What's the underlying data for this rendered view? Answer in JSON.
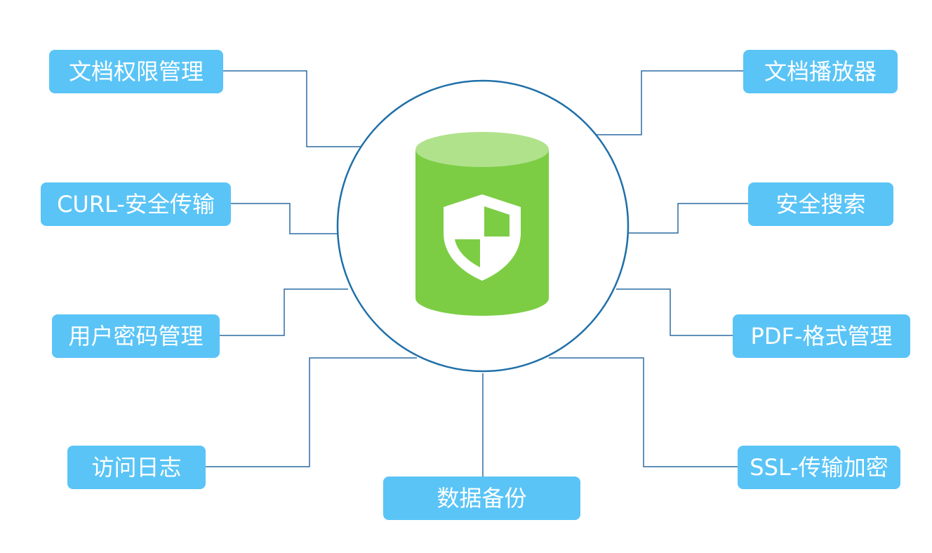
{
  "diagram": {
    "left_labels": [
      "文档权限管理",
      "CURL-安全传输",
      "用户密码管理",
      "访问日志"
    ],
    "bottom_label": "数据备份",
    "right_labels": [
      "文档播放器",
      "安全搜索",
      "PDF-格式管理",
      "SSL-传输加密"
    ],
    "center_icon": "secure-database-shield-icon",
    "colors": {
      "box_fill": "#5ac4f6",
      "box_text": "#ffffff",
      "connector": "#2b6ca3",
      "circle_stroke": "#1f6fa8",
      "cylinder_body": "#7ccd44",
      "cylinder_top": "#b0e28c",
      "shield": "#ffffff"
    }
  }
}
